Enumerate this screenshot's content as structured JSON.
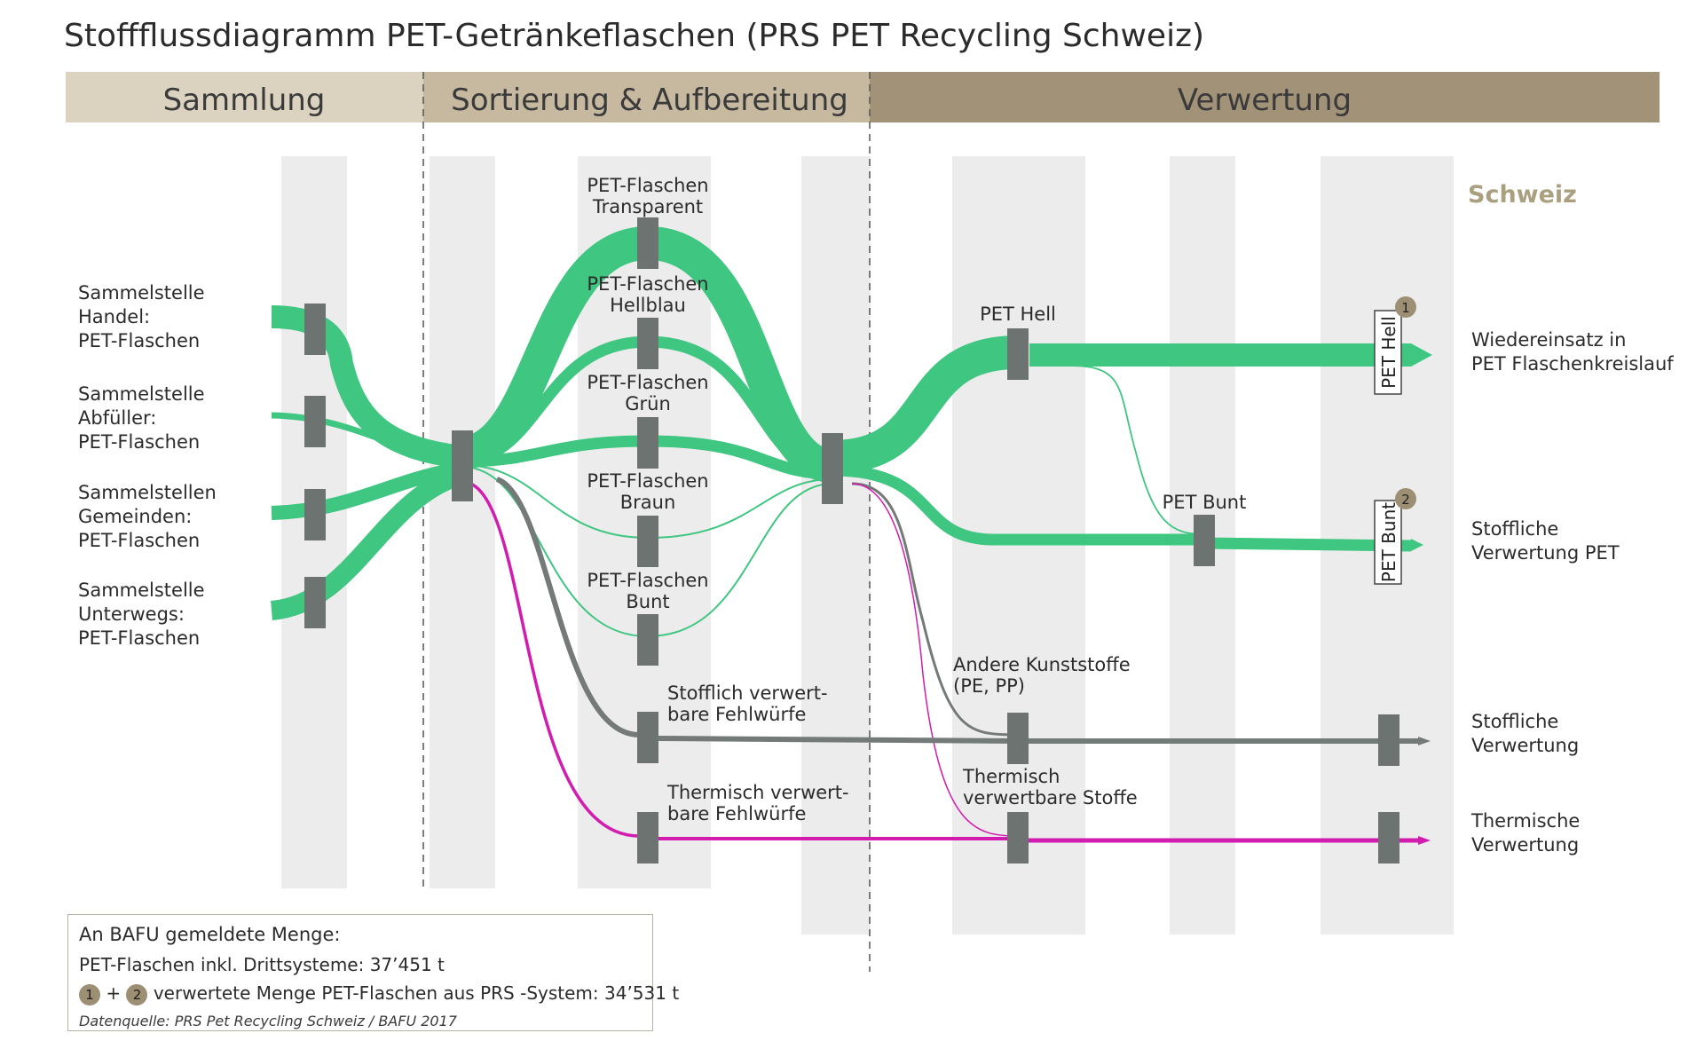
{
  "title": "Stoffflussdiagramm PET-Getränkeflaschen (PRS PET Recycling Schweiz)",
  "phases": [
    "Sammlung",
    "Sortierung & Aufbereitung",
    "Verwertung"
  ],
  "region_label": "Schweiz",
  "colors": {
    "pet_flow": "#3fc681",
    "gray_flow": "#737a78",
    "magenta_flow": "#d21cb0",
    "node": "#6c7371",
    "column_bg": "#ececec",
    "phase1": "#dbd3c0",
    "phase2": "#c6b9a0",
    "phase3": "#a29378",
    "region_label": "#aaa080",
    "badge": "#9c8f74"
  },
  "collection_points": [
    {
      "line1": "Sammelstelle",
      "line2": "Handel:",
      "line3": "PET-Flaschen"
    },
    {
      "line1": "Sammelstelle",
      "line2": "Abfüller:",
      "line3": "PET-Flaschen"
    },
    {
      "line1": "Sammelstellen",
      "line2": "Gemeinden:",
      "line3": "PET-Flaschen"
    },
    {
      "line1": "Sammelstelle",
      "line2": "Unterwegs:",
      "line3": "PET-Flaschen"
    }
  ],
  "sorting_nodes": [
    {
      "line1": "PET-Flaschen",
      "line2": "Transparent"
    },
    {
      "line1": "PET-Flaschen",
      "line2": "Hellblau"
    },
    {
      "line1": "PET-Flaschen",
      "line2": "Grün"
    },
    {
      "line1": "PET-Flaschen",
      "line2": "Braun"
    },
    {
      "line1": "PET-Flaschen",
      "line2": "Bunt"
    },
    {
      "line1": "Stofflich verwert-",
      "line2": "bare Fehlwürfe"
    },
    {
      "line1": "Thermisch verwert-",
      "line2": "bare Fehlwürfe"
    }
  ],
  "recovery_nodes": {
    "pet_hell": "PET Hell",
    "pet_bunt": "PET Bunt",
    "andere": {
      "line1": "Andere Kunststoffe",
      "line2": "(PE, PP)"
    },
    "thermisch": {
      "line1": "Thermisch",
      "line2": "verwertbare Stoffe"
    }
  },
  "badges": [
    {
      "number": "1",
      "label": "PET Hell"
    },
    {
      "number": "2",
      "label": "PET Bunt"
    }
  ],
  "outputs": [
    {
      "line1": "Wiedereinsatz in",
      "line2": "PET Flaschenkreislauf"
    },
    {
      "line1": "Stoffliche",
      "line2": "Verwertung PET"
    },
    {
      "line1": "Stoffliche",
      "line2": "Verwertung"
    },
    {
      "line1": "Thermische",
      "line2": "Verwertung"
    }
  ],
  "legend": {
    "heading": "An BAFU gemeldete Menge:",
    "line1": "PET-Flaschen inkl. Drittsysteme: 37’451 t",
    "badge1": "1",
    "plus": "+",
    "badge2": "2",
    "line2": "verwertete Menge PET-Flaschen aus PRS -System: 34’531 t",
    "source": "Datenquelle: PRS Pet Recycling Schweiz / BAFU 2017"
  }
}
